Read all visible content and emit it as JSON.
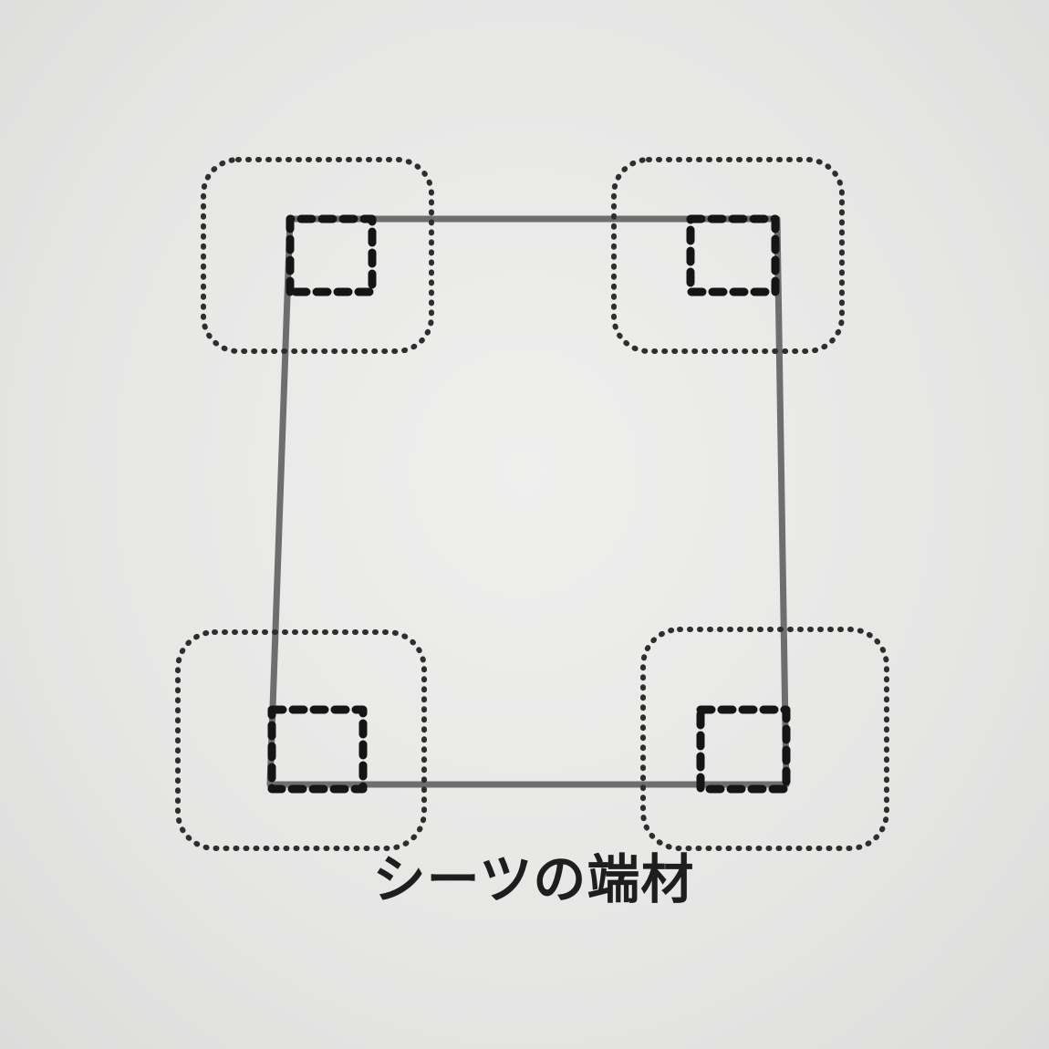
{
  "diagram": {
    "caption": "シーツの端材",
    "elements": [
      {
        "id": "sheet-outline",
        "kind": "solid-line"
      },
      {
        "id": "corner-top-left",
        "kind": "dashed-fold"
      },
      {
        "id": "corner-top-right",
        "kind": "dashed-fold"
      },
      {
        "id": "corner-bottom-left",
        "kind": "dashed-fold"
      },
      {
        "id": "corner-bottom-right",
        "kind": "dashed-fold"
      }
    ]
  },
  "colors": {
    "paper": "#e9e9e8",
    "sheet_edge": "#6e6e6e",
    "ink": "#151515"
  }
}
